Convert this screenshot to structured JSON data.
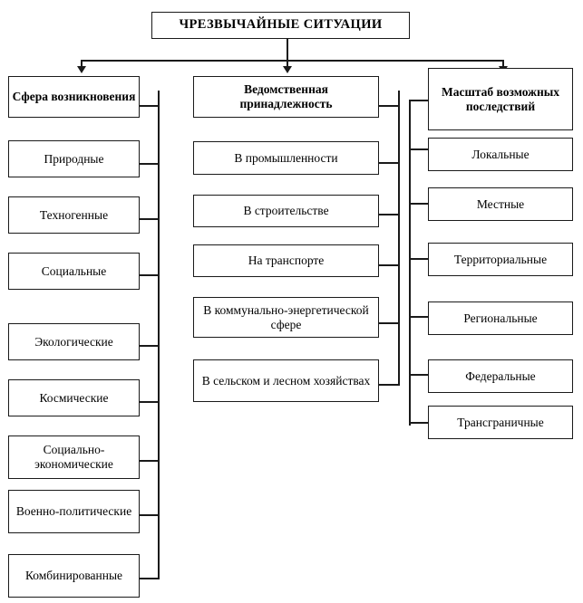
{
  "diagram": {
    "title": "ЧРЕЗВЫЧАЙНЫЕ СИТУАЦИИ",
    "type": "hierarchy-classification-tree",
    "line_color": "#1a1a1a",
    "box_fill": "#ffffff",
    "columns": [
      {
        "header": "Сфера возникновения",
        "items": [
          "Природные",
          "Техногенные",
          "Социальные",
          "Экологические",
          "Космические",
          "Социально-экономические",
          "Военно-политические",
          "Комбинированные"
        ]
      },
      {
        "header": "Ведомственная принадлежность",
        "items": [
          "В промышленности",
          "В строительстве",
          "На транспорте",
          "В коммунально-энергетической сфере",
          "В сельском и лесном хозяйствах"
        ]
      },
      {
        "header": "Масштаб возможных последствий",
        "items": [
          "Локальные",
          "Местные",
          "Территориальные",
          "Региональные",
          "Федеральные",
          "Трансграничные"
        ]
      }
    ]
  }
}
